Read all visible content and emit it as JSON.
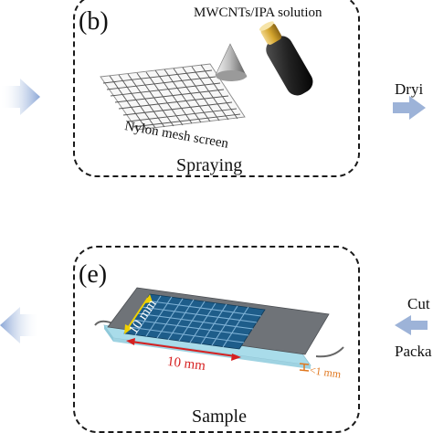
{
  "panel_b": {
    "label": "(b)",
    "solution": "MWCNTs/IPA solution",
    "mesh": "Nylon mesh screen",
    "caption": "Spraying"
  },
  "panel_e": {
    "label": "(e)",
    "dim_vertical": "10 mm",
    "dim_horizontal": "10 mm",
    "thickness": "<1 mm",
    "caption": "Sample"
  },
  "side_text": {
    "drying": "Dryi",
    "cutting": "Cut",
    "packaging": "Packa"
  },
  "colors": {
    "arrow": "#9db3d8",
    "grid_fill": "#1e5d8a",
    "substrate": "#6f7378",
    "base": "#a9dcea",
    "dim_red": "#d62020",
    "dim_yellow": "#f0d000",
    "dim_orange": "#e07820"
  }
}
